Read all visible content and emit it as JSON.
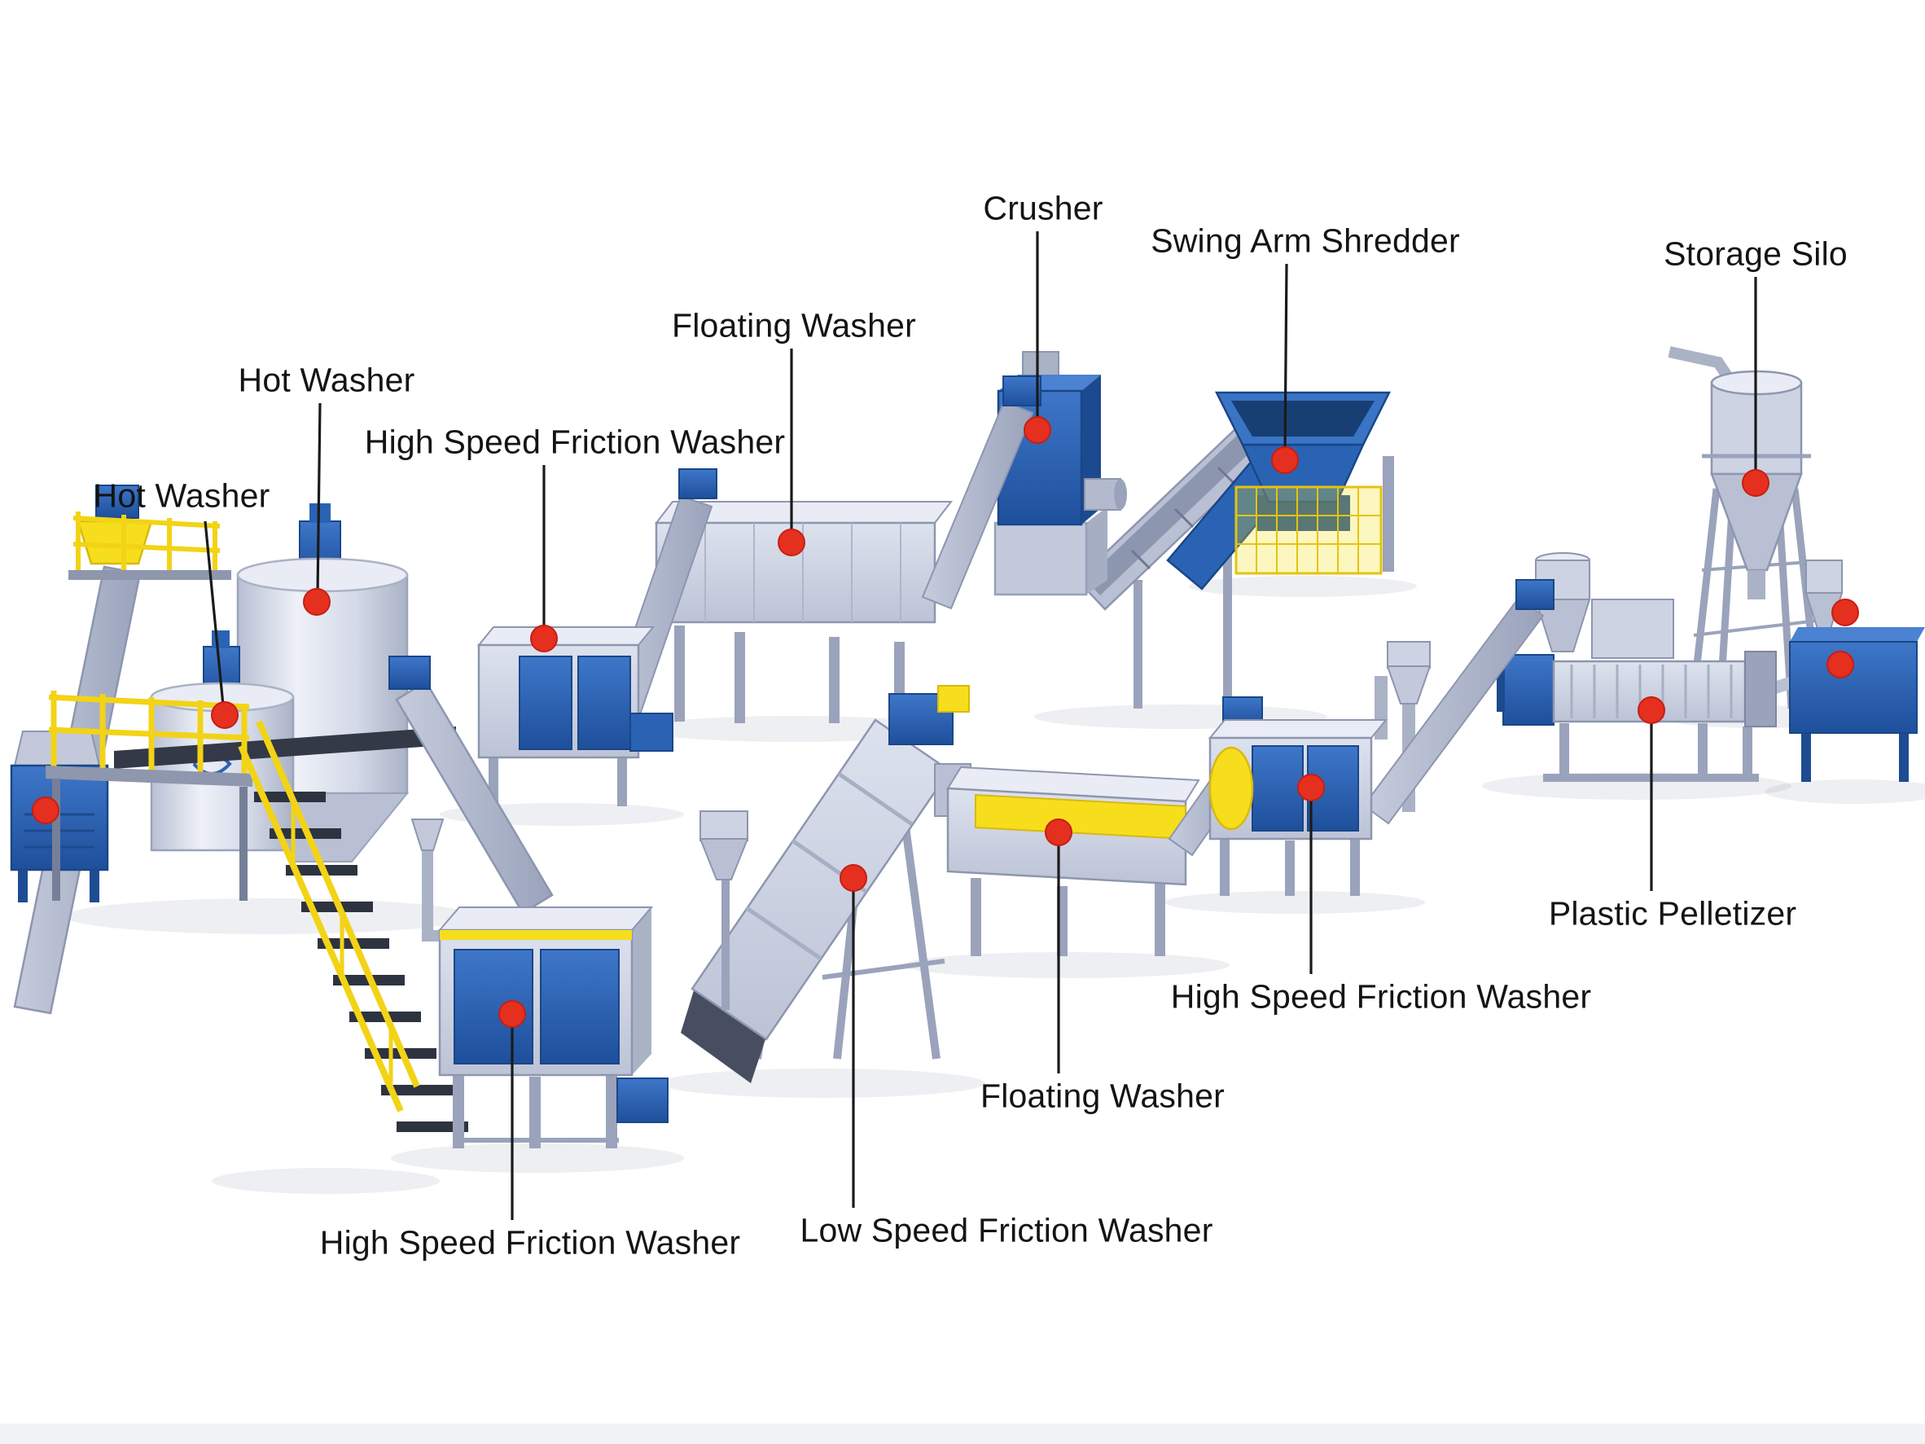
{
  "labels": [
    {
      "id": "crusher",
      "text": "Crusher"
    },
    {
      "id": "swing-arm-shredder",
      "text": "Swing Arm Shredder"
    },
    {
      "id": "storage-silo",
      "text": "Storage Silo"
    },
    {
      "id": "floating-washer-top",
      "text": "Floating Washer"
    },
    {
      "id": "hot-washer-upper",
      "text": "Hot Washer"
    },
    {
      "id": "high-speed-friction-washer-top",
      "text": "High Speed Friction Washer"
    },
    {
      "id": "hot-washer-left",
      "text": "Hot Washer"
    },
    {
      "id": "plastic-pelletizer",
      "text": "Plastic Pelletizer"
    },
    {
      "id": "high-speed-friction-washer-right",
      "text": "High Speed Friction Washer"
    },
    {
      "id": "floating-washer-bottom",
      "text": "Floating Washer"
    },
    {
      "id": "low-speed-friction-washer",
      "text": "Low Speed Friction Washer"
    },
    {
      "id": "high-speed-friction-washer-bottom",
      "text": "High Speed Friction Washer"
    }
  ],
  "colors": {
    "background": "#ffffff",
    "marker_red": "#e5301f",
    "leader_line": "#1a1a1a",
    "label_text": "#141414",
    "machine_blue": "#2a63b4",
    "machine_yellow": "#f6de1d",
    "machine_steel": "#cdd3e2"
  }
}
